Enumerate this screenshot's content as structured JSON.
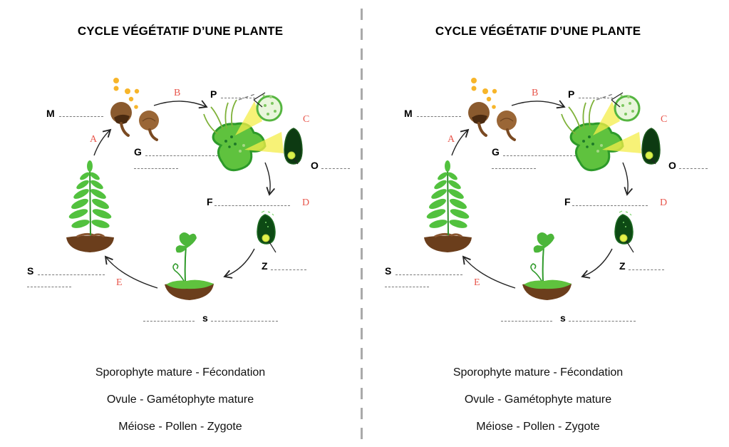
{
  "worksheet": {
    "title": "CYCLE VÉGÉTATIF D’UNE PLANTE",
    "copies": 2,
    "stage_letters": {
      "A": "A",
      "B": "B",
      "C": "C",
      "D": "D",
      "E": "E"
    },
    "blank_labels": {
      "M": "M",
      "P": "P",
      "G": "G",
      "O": "O",
      "F": "F",
      "Z": "Z",
      "S_upper": "S",
      "s_lower": "s"
    },
    "word_bank": [
      "Sporophyte mature - Fécondation",
      "Ovule - Gamétophyte mature",
      "Méiose - Pollen - Zygote"
    ],
    "illustrations": [
      "fern-sporophyte-icon",
      "pollen-cones-icon",
      "gametophyte-icon",
      "pollen-grain-icon",
      "ovule-icon",
      "zygote-icon",
      "young-sporophyte-icon"
    ],
    "colors": {
      "step_letter": "#e8564c",
      "plant_green": "#4caf32",
      "soil_brown": "#6b3e1c",
      "pollen_yellow": "#f7b52a",
      "divider": "#aaaaaa"
    }
  }
}
